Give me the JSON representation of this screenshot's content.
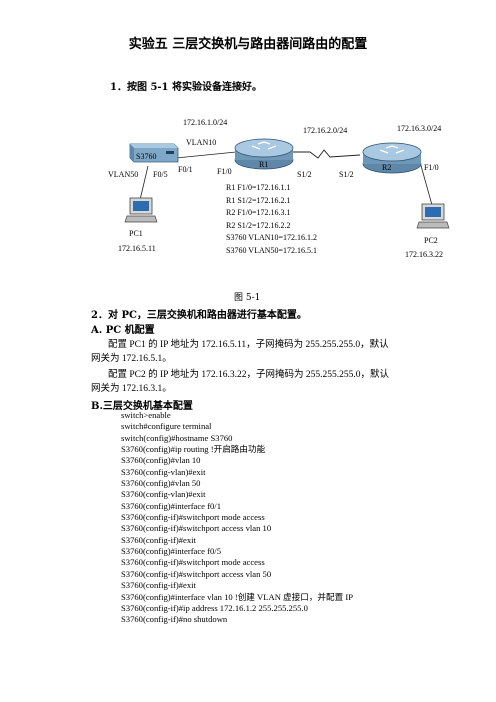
{
  "title": "实验五  三层交换机与路由器间路由的配置",
  "step1": "1．按图 5-1 将实验设备连接好。",
  "diagram": {
    "net_172_16_1": "172.16.1.0/24",
    "net_172_16_2": "172.16.2.0/24",
    "net_172_16_3": "172.16.3.0/24",
    "vlan10": "VLAN10",
    "switch_name": "S3760",
    "vlan50": "VLAN50",
    "f05": "F0/5",
    "f01": "F0/1",
    "r1_f10": "F1/0",
    "r1_name": "R1",
    "r1_s12": "S1/2",
    "r2_s12": "S1/2",
    "r2_name": "R2",
    "r2_f10": "F1/0",
    "pc1_name": "PC1",
    "pc1_ip": "172.16.5.11",
    "pc2_name": "PC2",
    "pc2_ip": "172.16.3.22",
    "addr_list": [
      "R1 F1/0=172.16.1.1",
      "R1 S1/2=172.16.2.1",
      "R2 F1/0=172.16.3.1",
      "R2 S1/2=172.16.2.2",
      "S3760 VLAN10=172.16.1.2",
      "S3760 VLAN50=172.16.5.1"
    ]
  },
  "figure_caption": "图 5-1",
  "step2": "2．对 PC，三层交换机和路由器进行基本配置。",
  "sectionA": "A. PC 机配置",
  "pc1_text_1": "配置 PC1 的 IP 地址为 172.16.5.11，子网掩码为 255.255.255.0，默认",
  "pc1_text_2": "网关为 172.16.5.1。",
  "pc2_text_1": "配置 PC2 的 IP 地址为 172.16.3.22，子网掩码为 255.255.255.0，默认",
  "pc2_text_2": "网关为 172.16.3.1。",
  "sectionB": "B.三层交换机基本配置",
  "code_lines": [
    "switch>enable",
    "switch#configure terminal",
    "switch(config)#hostname S3760",
    "S3760(config)#ip routing !开启路由功能",
    "S3760(config)#vlan 10",
    "S3760(config-vlan)#exit",
    "S3760(config)#vlan 50",
    "S3760(config-vlan)#exit",
    "S3760(config)#interface f0/1",
    "S3760(config-if)#switchport mode access",
    "S3760(config-if)#switchport access vlan 10",
    "S3760(config-if)#exit",
    "S3760(config)#interface f0/5",
    "S3760(config-if)#switchport mode access",
    "S3760(config-if)#switchport access vlan 50",
    "S3760(config-if)#exit",
    "S3760(config)#interface vlan 10 !创建 VLAN 虚接口，并配置 IP",
    "S3760(config-if)#ip address 172.16.1.2    255.255.255.0",
    "S3760(config-if)#no shutdown"
  ]
}
